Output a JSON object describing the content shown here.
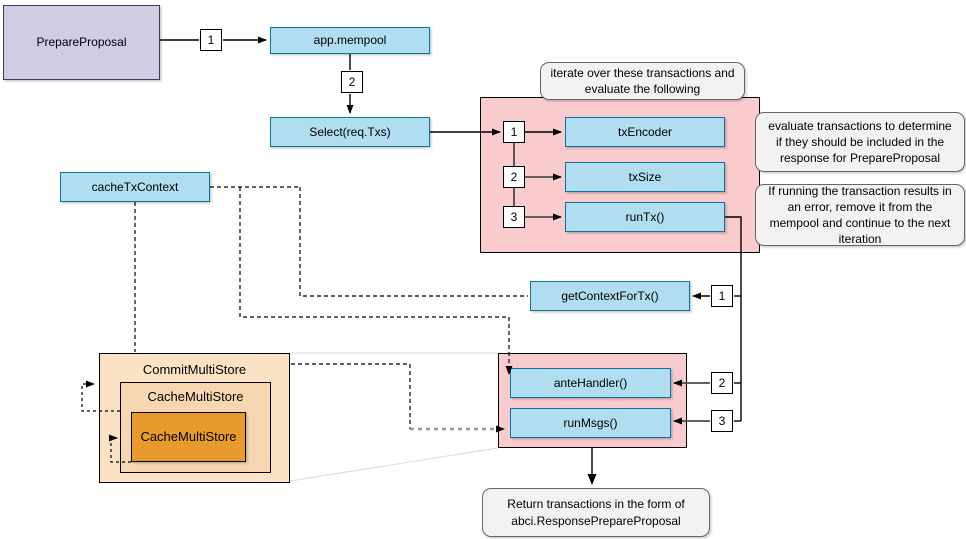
{
  "diagram": {
    "nodes": {
      "prepareProposal": "PrepareProposal",
      "appMempool": "app.mempool",
      "selectTxs": "Select(req.Txs)",
      "txEncoder": "txEncoder",
      "txSize": "txSize",
      "runTx": "runTx()",
      "getContextForTx": "getContextForTx()",
      "anteHandler": "anteHandler()",
      "runMsgs": "runMsgs()",
      "cacheTxContext": "cacheTxContext",
      "commitMultiStore": "CommitMultiStore",
      "cacheMultiStoreOuter": "CacheMultiStore",
      "cacheMultiStoreInner": "CacheMultiStore"
    },
    "steps": {
      "one": "1",
      "two": "2",
      "three": "3"
    },
    "notes": {
      "iterate": "iterate over these transactions and evaluate the following",
      "evaluate": "evaluate transactions to determine if they should be included in the response for PrepareProposal",
      "errorHandling": "If running the transaction results in an error, remove it from the mempool and continue to the next iteration",
      "returnNote": "Return transactions in the form of abci.ResponsePrepareProposal"
    },
    "colors": {
      "nodeBlueFill": "#B1DDF0",
      "nodeBlueStroke": "#10739E",
      "purpleFill": "#CFCDE1",
      "purpleStroke": "#3E3A60",
      "pinkFill": "#FACBCD",
      "peachOuterFill": "#FBE2C4",
      "peachMidFill": "#F6D7B2",
      "orangeFill": "#E89B2D",
      "noteFill": "#F2F2F2",
      "noteStroke": "#666666",
      "edge": "#000000",
      "grayEdge": "#999999",
      "faintEdge": "#E0E0E0"
    }
  }
}
